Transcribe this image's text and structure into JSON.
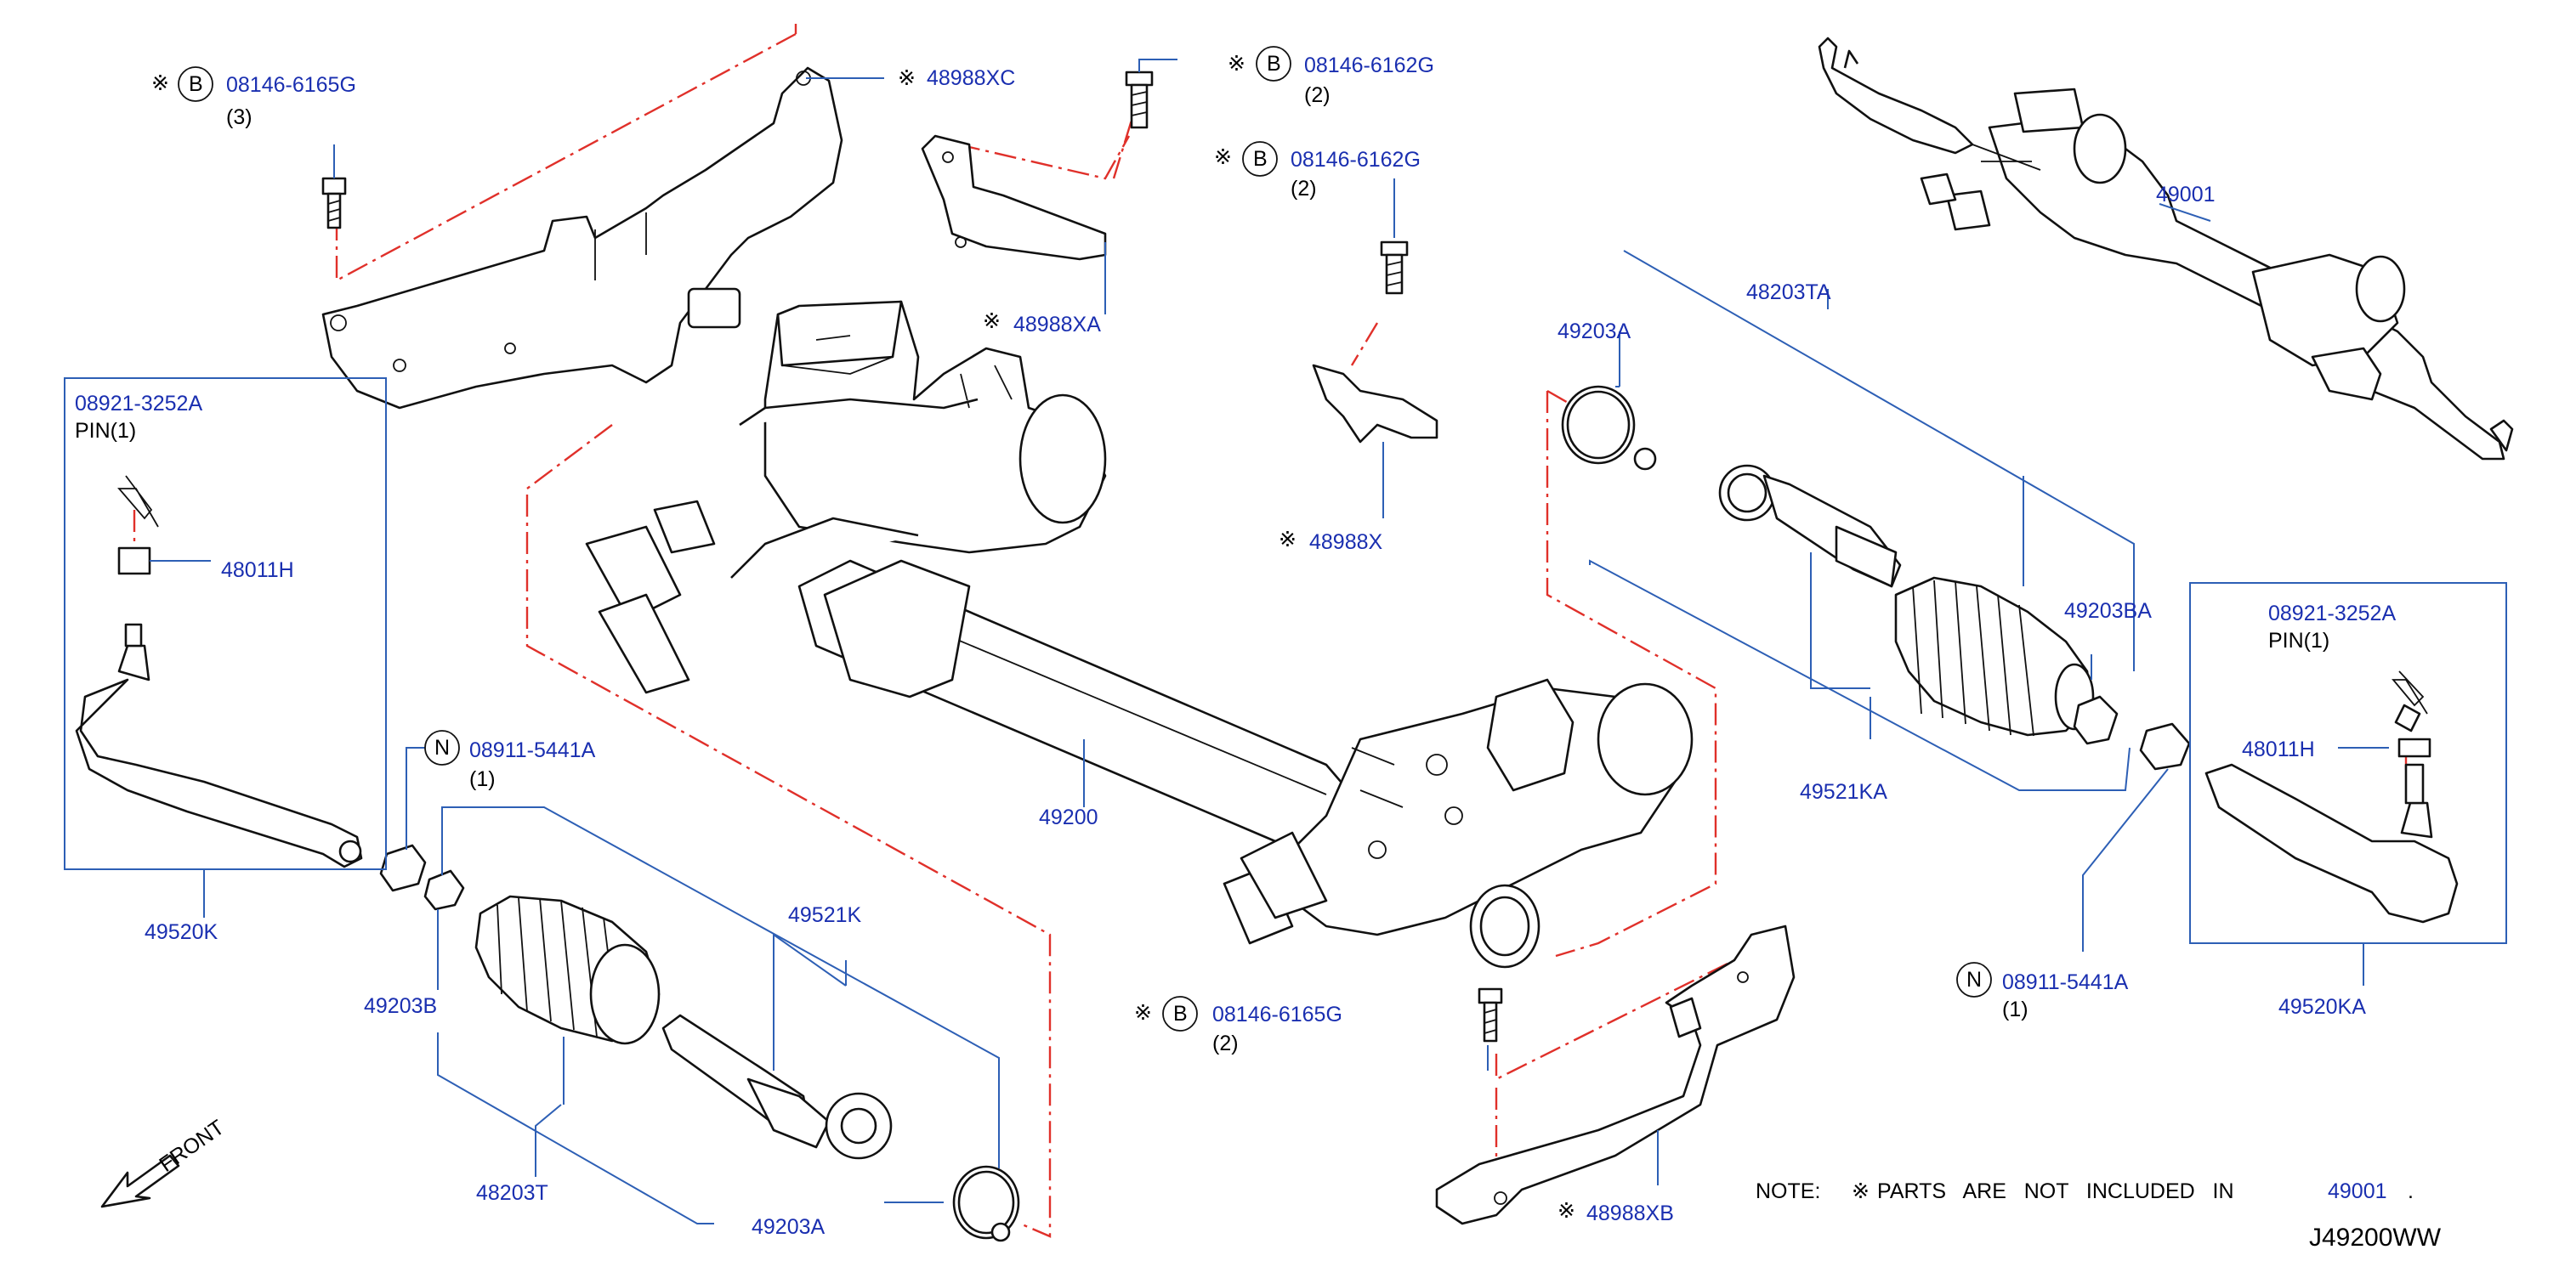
{
  "diagram_code": "J49200WW",
  "note": {
    "prefix": "NOTE:",
    "mark": "※",
    "text": "PARTS   ARE   NOT   INCLUDED   IN",
    "ref": "49001",
    "suffix": "."
  },
  "front_label": "FRONT",
  "symbols": {
    "star": "※",
    "b": "B",
    "n": "N"
  },
  "labels": {
    "b_bolt_top_left": "08146-6165G",
    "b_bolt_top_left_qty": "(3)",
    "bracket_xc": "48988XC",
    "b_bolt_top_mid": "08146-6162G",
    "b_bolt_top_mid_qty": "(2)",
    "b_bolt_mid": "08146-6162G",
    "b_bolt_mid_qty": "(2)",
    "bracket_xa": "48988XA",
    "bracket_x": "48988X",
    "assembly": "49001",
    "boot_kit_right": "48203TA",
    "clamp_right": "49203A",
    "clamp_small_right": "49203BA",
    "socket_right": "49521KA",
    "pin_left": "08921-3252A",
    "pin_left_sub": "PIN(1)",
    "nut_left": "48011H",
    "n_nut_left": "08911-5441A",
    "n_nut_left_qty": "(1)",
    "tie_rod_left": "49520K",
    "gear_assy": "49200",
    "socket_left": "49521K",
    "clamp_small_left": "49203B",
    "boot_kit_left": "48203T",
    "clamp_left": "49203A",
    "b_bolt_bottom": "08146-6165G",
    "b_bolt_bottom_qty": "(2)",
    "bracket_xb": "48988XB",
    "pin_right": "08921-3252A",
    "pin_right_sub": "PIN(1)",
    "nut_right": "48011H",
    "n_nut_right": "08911-5441A",
    "n_nut_right_qty": "(1)",
    "tie_rod_right": "49520KA"
  }
}
